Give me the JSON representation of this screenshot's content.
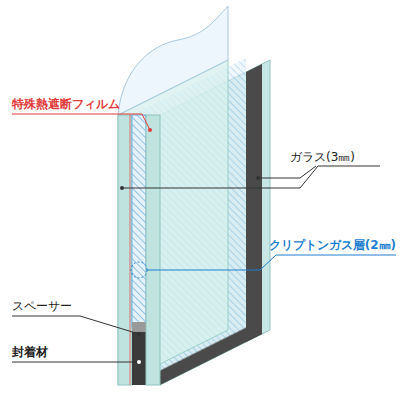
{
  "diagram": {
    "labels": [
      "特殊熱遮断フィルム",
      "ガラス(3㎜)",
      "クリプトンガス層(2㎜)",
      "スペーサー",
      "封着材"
    ]
  }
}
